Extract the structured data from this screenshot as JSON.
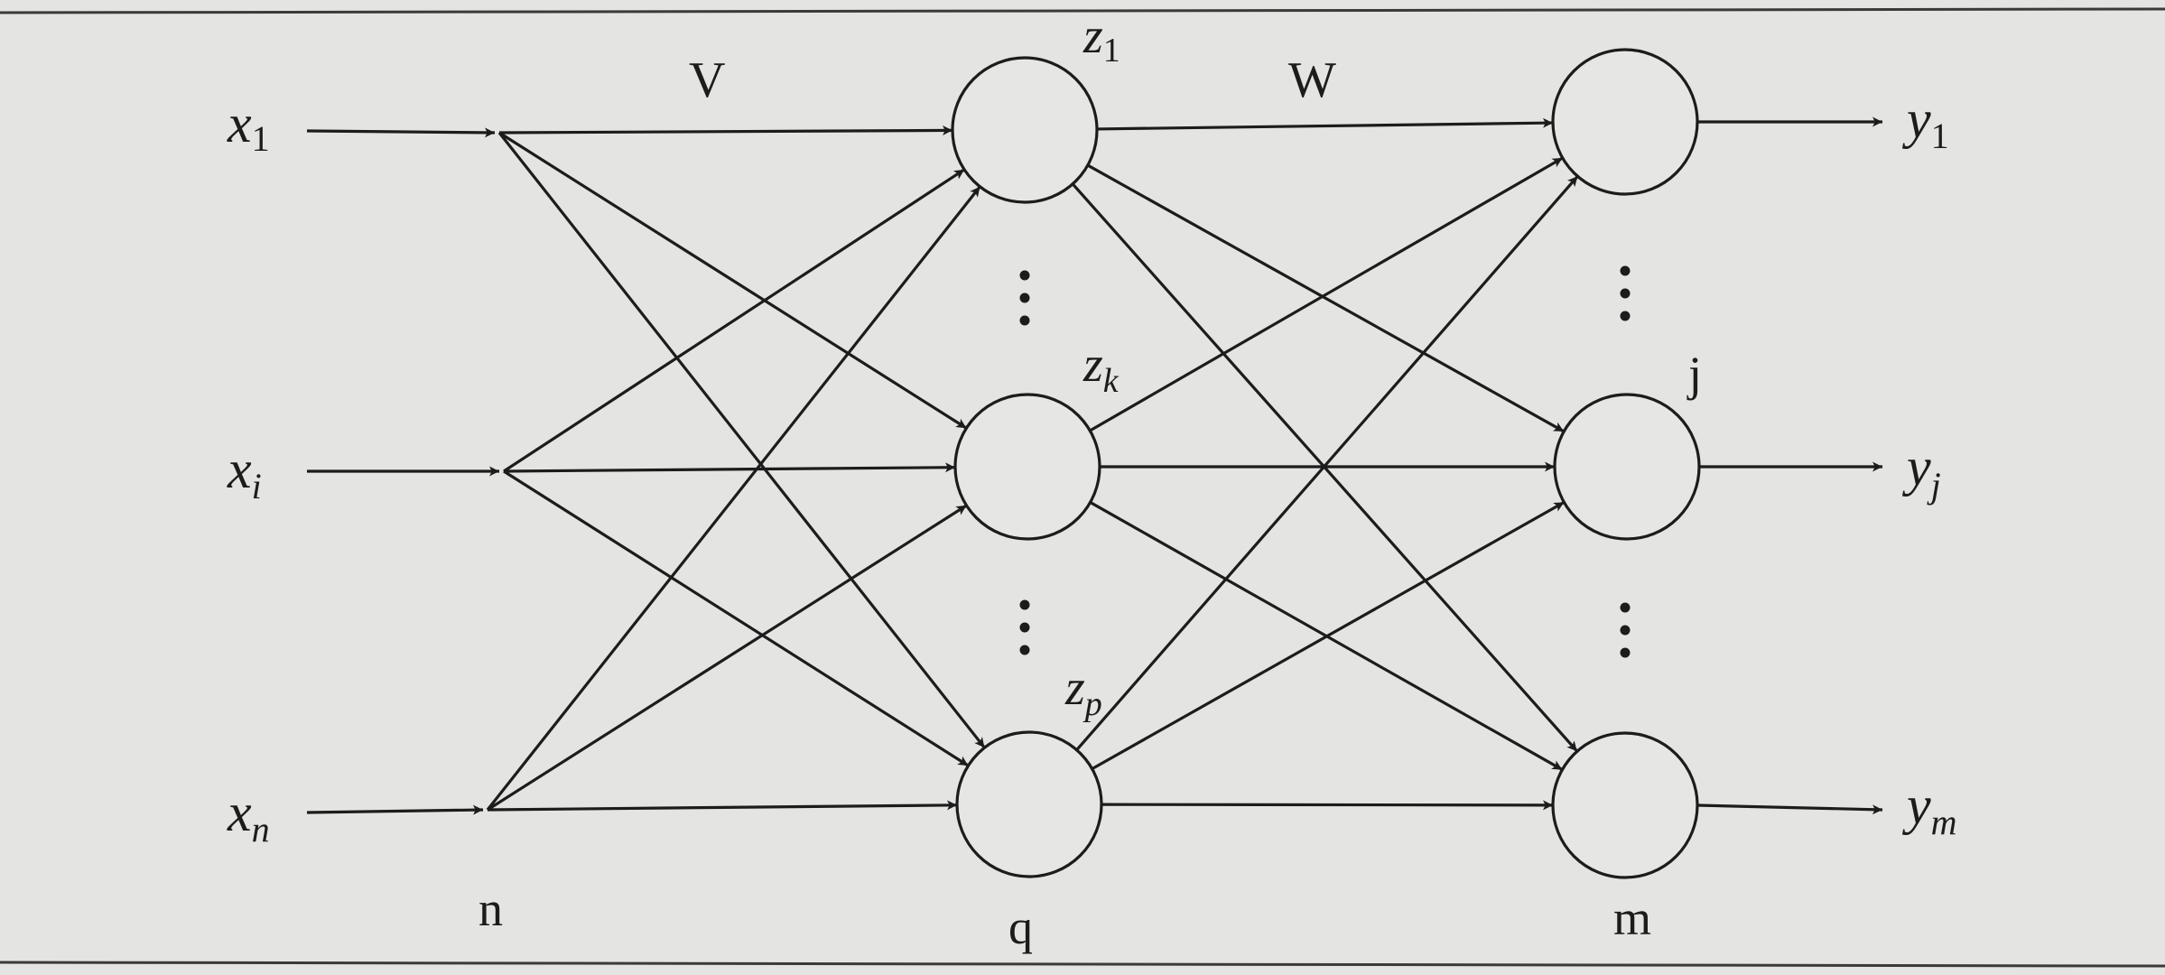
{
  "figure": {
    "matrix_labels": {
      "input_to_hidden": "V",
      "hidden_to_output": "W"
    },
    "layer_counts": {
      "input": "n",
      "hidden": "q",
      "output": "m"
    },
    "inputs": [
      {
        "base": "x",
        "sub": "1"
      },
      {
        "base": "x",
        "sub": "i"
      },
      {
        "base": "x",
        "sub": "n"
      }
    ],
    "hidden": [
      {
        "base": "z",
        "sub": "1"
      },
      {
        "base": "z",
        "sub": "k"
      },
      {
        "base": "z",
        "sub": "p"
      }
    ],
    "output_node_label": "j",
    "outputs": [
      {
        "base": "y",
        "sub": "1"
      },
      {
        "base": "y",
        "sub": "j"
      },
      {
        "base": "y",
        "sub": "m"
      }
    ]
  }
}
